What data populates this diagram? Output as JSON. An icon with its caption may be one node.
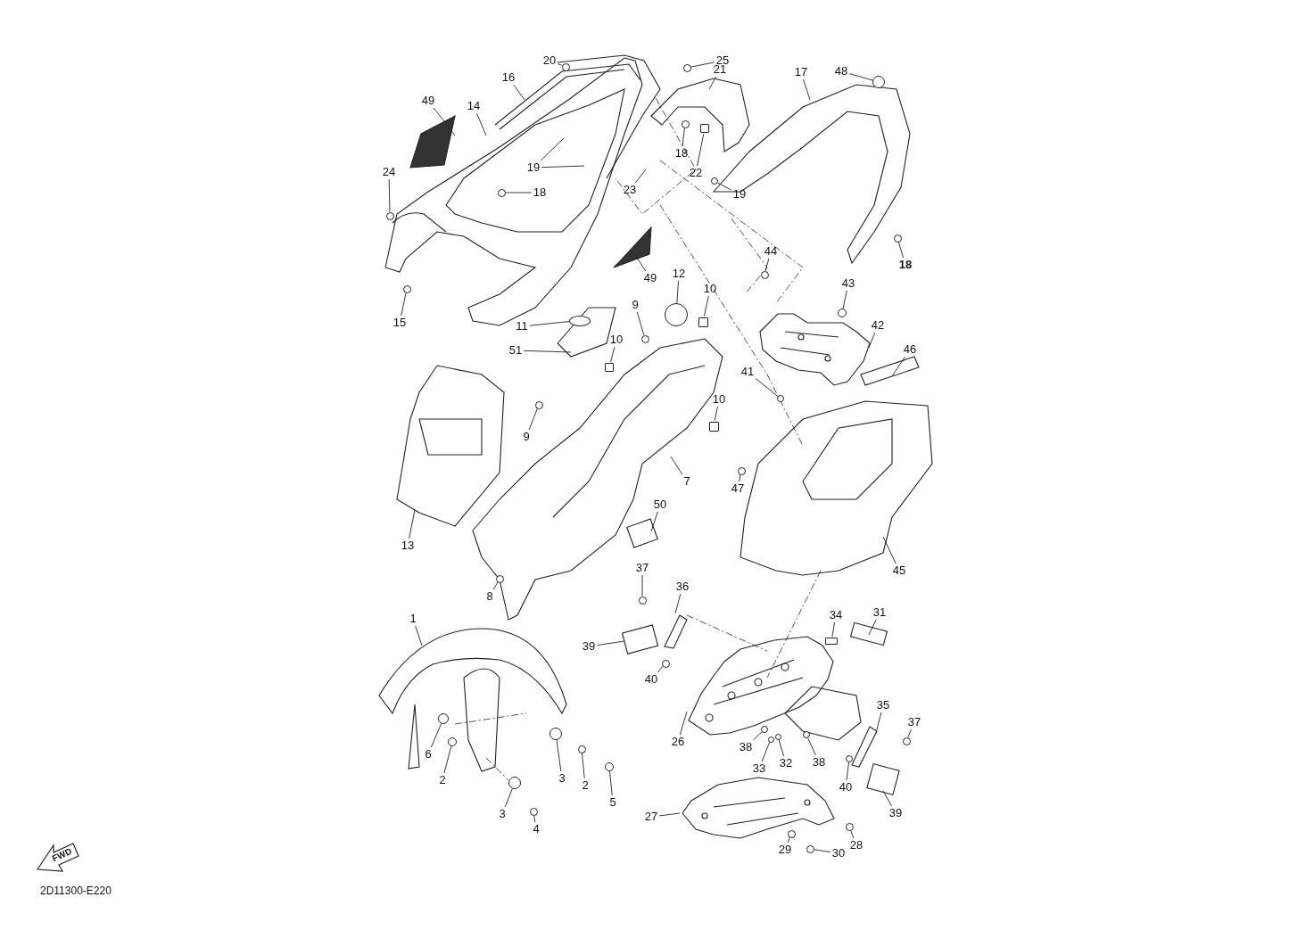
{
  "diagram": {
    "nodes": [
      {
        "text": [
          "20"
        ]
      },
      {
        "text": [
          "16"
        ]
      },
      {
        "text": [
          "25"
        ]
      },
      {
        "text": [
          "21"
        ]
      },
      {
        "text": [
          "17"
        ]
      },
      {
        "text": [
          "48"
        ]
      },
      {
        "text": [
          "49"
        ]
      },
      {
        "text": [
          "14"
        ]
      },
      {
        "text": [
          "19"
        ]
      },
      {
        "text": [
          "18"
        ]
      },
      {
        "text": [
          "18"
        ]
      },
      {
        "text": [
          "22"
        ]
      },
      {
        "text": [
          "23"
        ]
      },
      {
        "text": [
          "24"
        ]
      },
      {
        "text": [
          "19"
        ]
      },
      {
        "text": [
          "44"
        ]
      },
      {
        "text": [
          "18"
        ]
      },
      {
        "text": [
          "15"
        ]
      },
      {
        "text": [
          "49"
        ]
      },
      {
        "text": [
          "12"
        ]
      },
      {
        "text": [
          "10"
        ]
      },
      {
        "text": [
          "9"
        ]
      },
      {
        "text": [
          "11"
        ]
      },
      {
        "text": [
          "10"
        ]
      },
      {
        "text": [
          "51"
        ]
      },
      {
        "text": [
          "43"
        ]
      },
      {
        "text": [
          "42"
        ]
      },
      {
        "text": [
          "46"
        ]
      },
      {
        "text": [
          "41"
        ]
      },
      {
        "text": [
          "9"
        ]
      },
      {
        "text": [
          "10"
        ]
      },
      {
        "text": [
          "7"
        ]
      },
      {
        "text": [
          "47"
        ]
      },
      {
        "text": [
          "13"
        ]
      },
      {
        "text": [
          "50"
        ]
      },
      {
        "text": [
          "45"
        ]
      },
      {
        "text": [
          "8"
        ]
      },
      {
        "text": [
          "37"
        ]
      },
      {
        "text": [
          "36"
        ]
      },
      {
        "text": [
          "34"
        ]
      },
      {
        "text": [
          "31"
        ]
      },
      {
        "text": [
          "1"
        ]
      },
      {
        "text": [
          "39"
        ]
      },
      {
        "text": [
          "40"
        ]
      },
      {
        "text": [
          "26"
        ]
      },
      {
        "text": [
          "35"
        ]
      },
      {
        "text": [
          "37"
        ]
      },
      {
        "text": [
          "6"
        ]
      },
      {
        "text": [
          "38"
        ]
      },
      {
        "text": [
          "33"
        ]
      },
      {
        "text": [
          "32"
        ]
      },
      {
        "text": [
          "38"
        ]
      },
      {
        "text": [
          "40"
        ]
      },
      {
        "text": [
          "2"
        ]
      },
      {
        "text": [
          "3"
        ]
      },
      {
        "text": [
          "2"
        ]
      },
      {
        "text": [
          "5"
        ]
      },
      {
        "text": [
          "39"
        ]
      },
      {
        "text": [
          "27"
        ]
      },
      {
        "text": [
          "3"
        ]
      },
      {
        "text": [
          "4"
        ]
      },
      {
        "text": [
          "28"
        ]
      },
      {
        "text": [
          "29"
        ]
      },
      {
        "text": [
          "30"
        ]
      },
      {
        "text": [],
        "shape": "circle"
      },
      {
        "text": [],
        "shape": "circle"
      },
      {
        "text": [],
        "shape": "circle"
      },
      {
        "text": [],
        "shape": "circle"
      },
      {
        "text": [],
        "shape": "circle"
      },
      {
        "text": [],
        "shape": "box"
      },
      {
        "text": [],
        "shape": "circle"
      },
      {
        "text": [],
        "shape": "circle"
      },
      {
        "text": [],
        "shape": "circle"
      },
      {
        "text": [],
        "shape": "circle"
      },
      {
        "text": [],
        "shape": "circle"
      },
      {
        "text": [],
        "shape": "circle"
      },
      {
        "text": [],
        "shape": "box"
      },
      {
        "text": [],
        "shape": "circle"
      },
      {
        "text": [],
        "shape": "box"
      },
      {
        "text": [],
        "shape": "circle"
      },
      {
        "text": [],
        "shape": "circle"
      },
      {
        "text": [],
        "shape": "circle"
      },
      {
        "text": [],
        "shape": "box"
      },
      {
        "text": [],
        "shape": "circle"
      },
      {
        "text": [],
        "shape": "circle"
      },
      {
        "text": [],
        "shape": "circle"
      },
      {
        "text": [],
        "shape": "circle"
      },
      {
        "text": [],
        "shape": "circle"
      },
      {
        "text": [],
        "shape": "circle"
      },
      {
        "text": [],
        "shape": "circle"
      },
      {
        "text": [],
        "shape": "circle"
      },
      {
        "text": [],
        "shape": "circle"
      },
      {
        "text": [],
        "shape": "circle"
      },
      {
        "text": [],
        "shape": "circle"
      },
      {
        "text": [],
        "shape": "circle"
      },
      {
        "text": [],
        "shape": "circle"
      },
      {
        "text": [],
        "shape": "circle"
      },
      {
        "text": [],
        "shape": "circle"
      },
      {
        "text": [],
        "shape": "circle"
      },
      {
        "text": [],
        "shape": "circle"
      },
      {
        "text": [],
        "shape": "circle"
      },
      {
        "text": [],
        "shape": "circle"
      },
      {
        "text": [],
        "shape": "circle"
      },
      {
        "text": [],
        "shape": "circle"
      },
      {
        "text": [],
        "shape": "box"
      }
    ],
    "edges": [
      {
        "from": 0,
        "to": 64,
        "arrow": "none"
      },
      {
        "from": 1,
        "to": null,
        "arrow": "none"
      },
      {
        "from": 2,
        "to": 65,
        "arrow": "none"
      },
      {
        "from": 3,
        "to": null,
        "arrow": "none"
      },
      {
        "from": 4,
        "to": null,
        "arrow": "none"
      },
      {
        "from": 5,
        "to": 66,
        "arrow": "none"
      },
      {
        "from": 6,
        "to": null,
        "arrow": "none"
      },
      {
        "from": 7,
        "to": null,
        "arrow": "none"
      },
      {
        "from": 8,
        "to": null,
        "arrow": "none"
      },
      {
        "from": 8,
        "to": null,
        "arrow": "none"
      },
      {
        "from": 9,
        "to": 67,
        "arrow": "none"
      },
      {
        "from": 10,
        "to": 68,
        "arrow": "none"
      },
      {
        "from": 11,
        "to": 69,
        "arrow": "none"
      },
      {
        "from": 12,
        "to": null,
        "arrow": "none"
      },
      {
        "from": 13,
        "to": 70,
        "arrow": "none"
      },
      {
        "from": 14,
        "to": 71,
        "arrow": "none"
      },
      {
        "from": 15,
        "to": 72,
        "arrow": "none"
      },
      {
        "from": 16,
        "to": 73,
        "arrow": "none"
      },
      {
        "from": 17,
        "to": 74,
        "arrow": "none"
      },
      {
        "from": 18,
        "to": null,
        "arrow": "none"
      },
      {
        "from": 19,
        "to": 75,
        "arrow": "none"
      },
      {
        "from": 20,
        "to": 76,
        "arrow": "none"
      },
      {
        "from": 21,
        "to": 77,
        "arrow": "none"
      },
      {
        "from": 22,
        "to": 103,
        "arrow": "none"
      },
      {
        "from": 23,
        "to": 78,
        "arrow": "none"
      },
      {
        "from": 24,
        "to": null,
        "arrow": "none"
      },
      {
        "from": 25,
        "to": 79,
        "arrow": "none"
      },
      {
        "from": 26,
        "to": null,
        "arrow": "none"
      },
      {
        "from": 27,
        "to": null,
        "arrow": "none"
      },
      {
        "from": 28,
        "to": 80,
        "arrow": "none"
      },
      {
        "from": 29,
        "to": 81,
        "arrow": "none"
      },
      {
        "from": 30,
        "to": 82,
        "arrow": "none"
      },
      {
        "from": 31,
        "to": null,
        "arrow": "none"
      },
      {
        "from": 32,
        "to": 83,
        "arrow": "none"
      },
      {
        "from": 33,
        "to": null,
        "arrow": "none"
      },
      {
        "from": 34,
        "to": null,
        "arrow": "none"
      },
      {
        "from": 35,
        "to": null,
        "arrow": "none"
      },
      {
        "from": 36,
        "to": 84,
        "arrow": "none"
      },
      {
        "from": 37,
        "to": 85,
        "arrow": "none"
      },
      {
        "from": 38,
        "to": null,
        "arrow": "none"
      },
      {
        "from": 39,
        "to": 104,
        "arrow": "none"
      },
      {
        "from": 40,
        "to": null,
        "arrow": "none"
      },
      {
        "from": 41,
        "to": null,
        "arrow": "none"
      },
      {
        "from": 42,
        "to": null,
        "arrow": "none"
      },
      {
        "from": 43,
        "to": 86,
        "arrow": "none"
      },
      {
        "from": 44,
        "to": null,
        "arrow": "none"
      },
      {
        "from": 45,
        "to": null,
        "arrow": "none"
      },
      {
        "from": 46,
        "to": 102,
        "arrow": "none"
      },
      {
        "from": 47,
        "to": 87,
        "arrow": "none"
      },
      {
        "from": 48,
        "to": 88,
        "arrow": "none"
      },
      {
        "from": 49,
        "to": 89,
        "arrow": "none"
      },
      {
        "from": 50,
        "to": 90,
        "arrow": "none"
      },
      {
        "from": 51,
        "to": 91,
        "arrow": "none"
      },
      {
        "from": 52,
        "to": 92,
        "arrow": "none"
      },
      {
        "from": 53,
        "to": 93,
        "arrow": "none"
      },
      {
        "from": 54,
        "to": 94,
        "arrow": "none"
      },
      {
        "from": 55,
        "to": 95,
        "arrow": "none"
      },
      {
        "from": 56,
        "to": 96,
        "arrow": "none"
      },
      {
        "from": 57,
        "to": null,
        "arrow": "none"
      },
      {
        "from": 58,
        "to": null,
        "arrow": "none"
      },
      {
        "from": 59,
        "to": 97,
        "arrow": "none"
      },
      {
        "from": 60,
        "to": 98,
        "arrow": "none"
      },
      {
        "from": 61,
        "to": 99,
        "arrow": "none"
      },
      {
        "from": 62,
        "to": 100,
        "arrow": "none"
      },
      {
        "from": 63,
        "to": 101,
        "arrow": "none"
      }
    ],
    "labels": [
      "FWD",
      "2D11300-E220"
    ]
  }
}
